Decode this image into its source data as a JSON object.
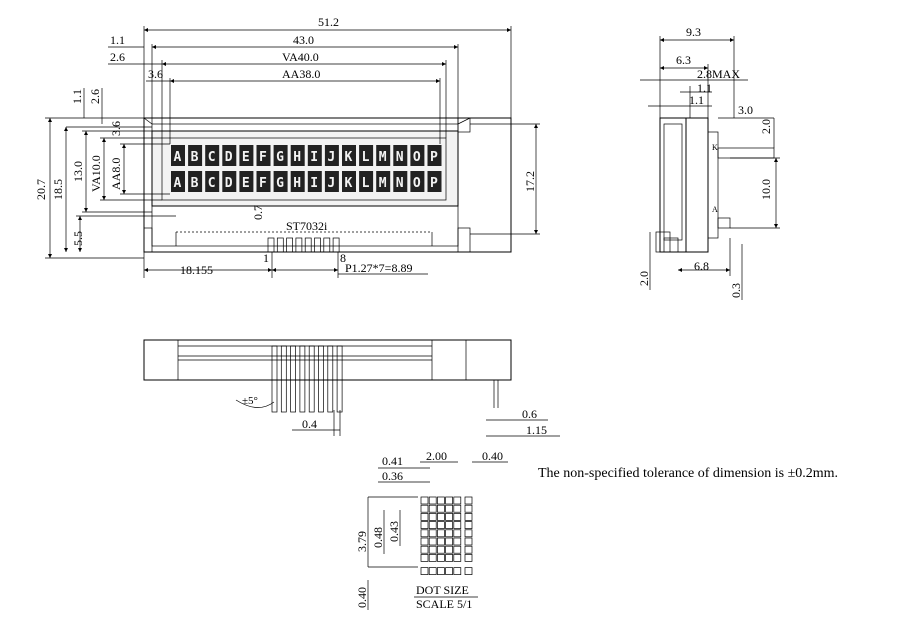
{
  "front": {
    "overall_width": "51.2",
    "bezel_width": "43.0",
    "va_width": "VA40.0",
    "aa_width": "AA38.0",
    "left_1": "1.1",
    "left_2": "2.6",
    "left_3": "3.6",
    "top_1": "1.1",
    "top_2": "2.6",
    "top_3": "3.6",
    "height_overall": "20.7",
    "height_pcb": "18.5",
    "height_va_outer": "13.0",
    "height_va": "VA10.0",
    "height_aa": "AA8.0",
    "height_bottom": "5.5",
    "height_right": "17.2",
    "pin_gap": "0.7",
    "controller": "ST7032i",
    "pin_first": "1",
    "pin_last": "8",
    "pin_offset": "18.155",
    "pitch": "P1.27*7=8.89",
    "display_rows": [
      "ABCDEFGHIJKLMNOP",
      "ABCDEFGHIJKLMNOP"
    ]
  },
  "side": {
    "width": "9.3",
    "w1": "6.3",
    "w2": "2.8MAX",
    "w3": "1.1",
    "w4": "1.1",
    "w5": "3.0",
    "h1": "2.0",
    "h2": "10.0",
    "h3": "2.0",
    "w6": "6.8",
    "w7": "0.3",
    "label_k": "K",
    "label_a": "A"
  },
  "bottom": {
    "angle": "±5°",
    "pin_width": "0.4",
    "d1": "0.6",
    "d2": "1.15"
  },
  "dot": {
    "w1": "0.41",
    "w2": "0.36",
    "pitch": "2.00",
    "gap": "0.40",
    "h_total": "3.79",
    "h1": "0.48",
    "h2": "0.43",
    "h3": "0.40",
    "label1": "DOT SIZE",
    "label2": "SCALE 5/1"
  },
  "tolerance_note": "The non-specified tolerance of dimension is ±0.2mm."
}
